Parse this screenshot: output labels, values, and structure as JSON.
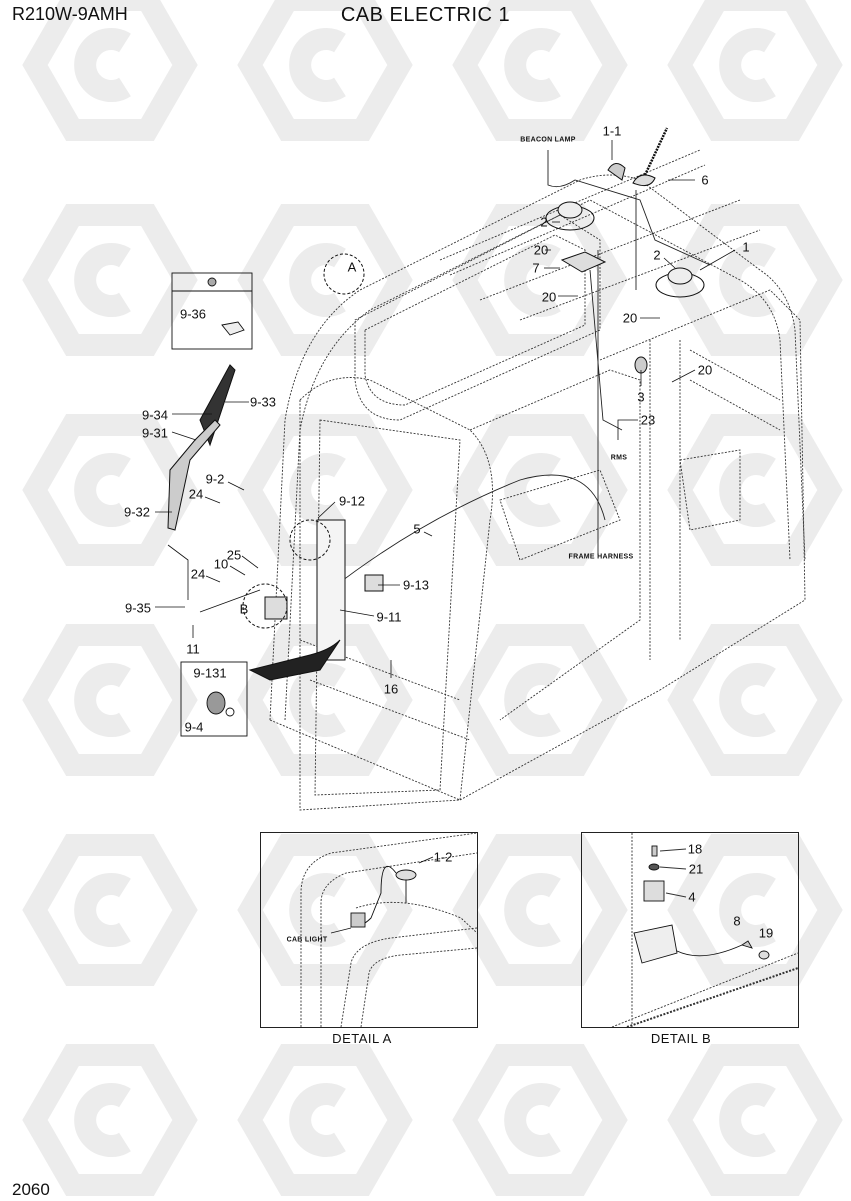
{
  "header": {
    "model": "R210W-9AMH",
    "title": "CAB ELECTRIC 1"
  },
  "page_number": "2060",
  "notes": {
    "beacon_lamp": "BEACON LAMP",
    "rms": "RMS",
    "frame_harness": "FRAME HARNESS",
    "cab_light": "CAB LIGHT"
  },
  "detail_markers": {
    "a": "A",
    "b": "B"
  },
  "callouts": {
    "p1_1": "1-1",
    "p6": "6",
    "p2a": "2",
    "p20a": "20",
    "p7": "7",
    "p20b": "20",
    "p2b": "2",
    "p1": "1",
    "p20c": "20",
    "p20d": "20",
    "p3": "3",
    "p23": "23",
    "p9_36": "9-36",
    "p9_33": "9-33",
    "p9_34": "9-34",
    "p9_31": "9-31",
    "p9_2": "9-2",
    "p24a": "24",
    "p9_12": "9-12",
    "p9_32": "9-32",
    "p5": "5",
    "p25": "25",
    "p10": "10",
    "p24b": "24",
    "p9_13": "9-13",
    "p9_35": "9-35",
    "p9_11": "9-11",
    "p11": "11",
    "p16": "16",
    "p9_131": "9-131",
    "p9_4": "9-4"
  },
  "detail_a": {
    "caption": "DETAIL A",
    "p1_2": "1-2"
  },
  "detail_b": {
    "caption": "DETAIL B",
    "p18": "18",
    "p21": "21",
    "p4": "4",
    "p8": "8",
    "p19": "19"
  }
}
